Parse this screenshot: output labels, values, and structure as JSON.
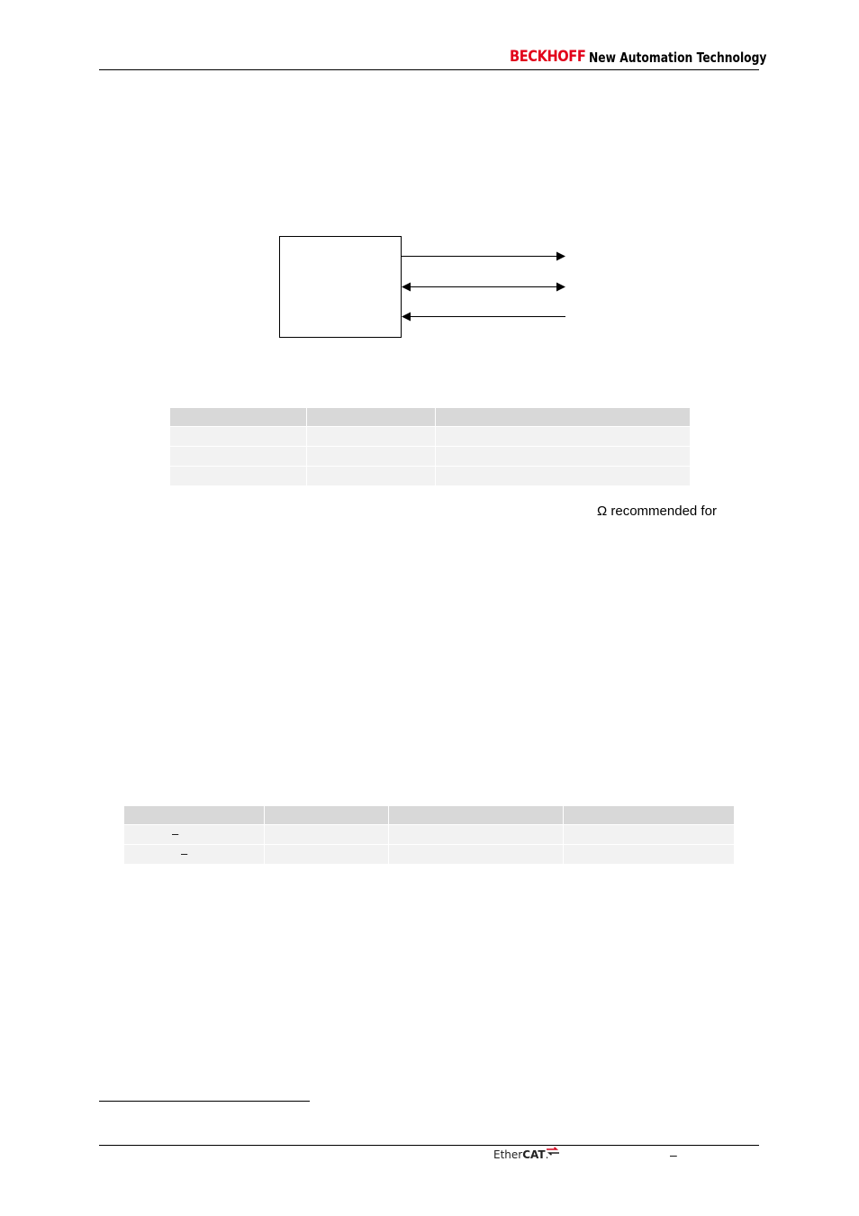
{
  "header": {
    "brand": "BECKHOFF",
    "tagline": "New Automation Technology",
    "brand_color": "#e2001a"
  },
  "figure": {
    "connections": [
      {
        "direction": "out"
      },
      {
        "direction": "bidirectional"
      },
      {
        "direction": "in"
      }
    ]
  },
  "table1": {
    "header_color": "#d8d8d8",
    "row_color": "#f2f2f2",
    "columns": [
      "",
      "",
      ""
    ],
    "rows": [
      [
        "",
        "",
        ""
      ],
      [
        "",
        "",
        ""
      ],
      [
        "",
        "",
        ""
      ]
    ]
  },
  "body": {
    "omega_note": "Ω recommended for"
  },
  "table2": {
    "columns": [
      "",
      "",
      "",
      ""
    ],
    "rows": [
      {
        "first_cell_dash": "–",
        "cells": [
          "",
          "",
          ""
        ]
      },
      {
        "first_cell_dash": "–",
        "cells": [
          "",
          "",
          ""
        ]
      }
    ]
  },
  "footer": {
    "logo_ether": "Ether",
    "logo_cat": "CAT",
    "logo_mark": ".",
    "dash": "–"
  }
}
